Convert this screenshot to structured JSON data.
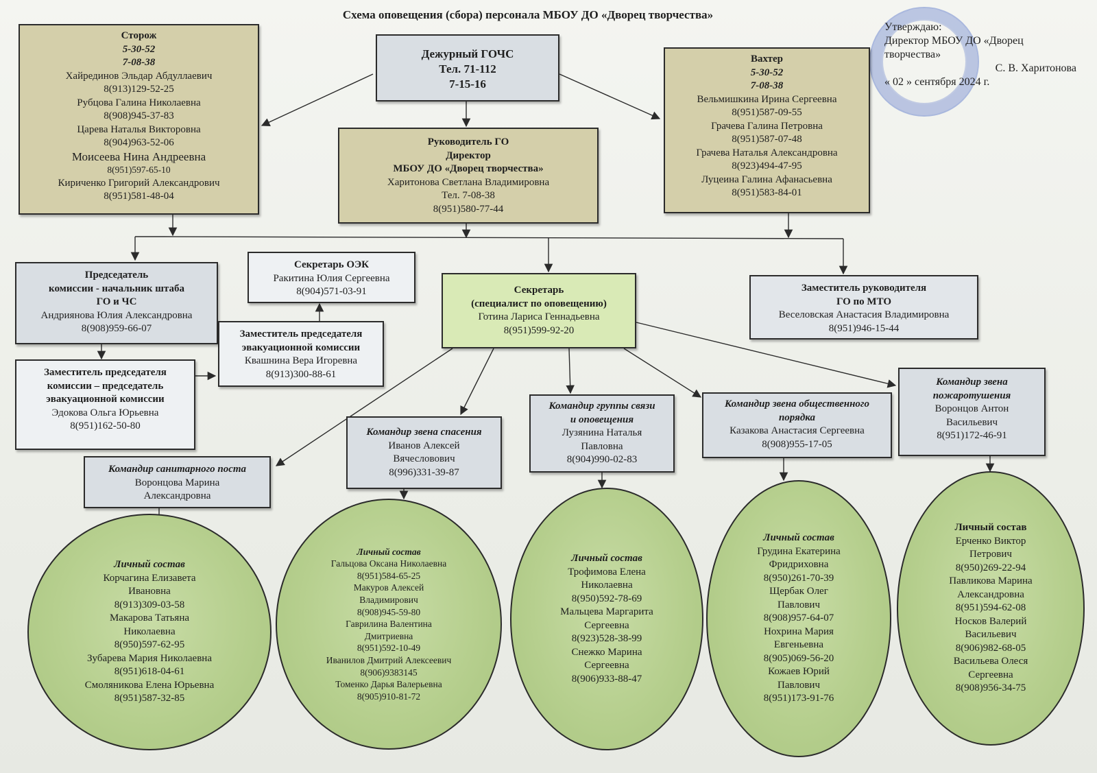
{
  "title": "Схема оповещения (сбора) персонала МБОУ ДО «Дворец творчества»",
  "approval": {
    "line1": "Утверждаю:",
    "line2": "Директор МБОУ ДО «Дворец творчества»",
    "signer": "С. В. Харитонова",
    "date": "« 02 » сентября 2024 г."
  },
  "duty": {
    "title": "Дежурный ГОЧС",
    "phone1": "Тел. 71-112",
    "phone2": "7-15-16"
  },
  "storozh": {
    "title": "Сторож",
    "phone1": "5-30-52",
    "phone2": "7-08-38",
    "people": [
      {
        "name": "Хайрединов Эльдар Абдуллаевич",
        "phone": "8(913)129-52-25"
      },
      {
        "name": "Рубцова Галина Николаевна",
        "phone": "8(908)945-37-83"
      },
      {
        "name": "Царева Наталья Викторовна",
        "phone": "8(904)963-52-06"
      },
      {
        "name": "Моисеева Нина Андреевна",
        "phone": "8(951)597-65-10"
      },
      {
        "name": "Кириченко Григорий Александрович",
        "phone": "8(951)581-48-04"
      }
    ]
  },
  "vakhter": {
    "title": "Вахтер",
    "phone1": "5-30-52",
    "phone2": "7-08-38",
    "people": [
      {
        "name": "Вельмишкина Ирина Сергеевна",
        "phone": "8(951)587-09-55"
      },
      {
        "name": "Грачева Галина Петровна",
        "phone": "8(951)587-07-48"
      },
      {
        "name": "Грачева Наталья Александровна",
        "phone": "8(923)494-47-95"
      },
      {
        "name": "Луцеина Галина Афанасьевна",
        "phone": "8(951)583-84-01"
      }
    ]
  },
  "director": {
    "line1": "Руководитель ГО",
    "line2": "Директор",
    "line3": "МБОУ ДО «Дворец творчества»",
    "name": "Харитонова Светлана Владимировна",
    "phone1": "Тел. 7-08-38",
    "phone2": "8(951)580-77-44"
  },
  "chairman": {
    "line1": "Председатель",
    "line2": "комиссии - начальник штаба",
    "line3": "ГО и ЧС",
    "name": "Андриянова Юлия Александровна",
    "phone": "8(908)959-66-07"
  },
  "secretary_oek": {
    "title": "Секретарь ОЭК",
    "name": "Ракитина Юлия Сергеевна",
    "phone": "8(904)571-03-91"
  },
  "deputy_evac": {
    "line1": "Заместитель председателя",
    "line2": "эвакуационной комиссии",
    "name": "Квашнина Вера Игоревна",
    "phone": "8(913)300-88-61"
  },
  "deputy_chair": {
    "line1": "Заместитель председателя",
    "line2": "комиссии – председатель",
    "line3": "эвакуационной комиссии",
    "name": "Эдокова Ольга Юрьевна",
    "phone": "8(951)162-50-80"
  },
  "secretary": {
    "line1": "Секретарь",
    "line2": "(специалист по оповещению)",
    "name": "Готина Лариса Геннадьевна",
    "phone": "8(951)599-92-20"
  },
  "deputy_mto": {
    "line1": "Заместитель руководителя",
    "line2": "ГО по МТО",
    "name": "Веселовская Анастасия Владимировна",
    "phone": "8(951)946-15-44"
  },
  "cmd_sanitary": {
    "title": "Командир санитарного поста",
    "name1": "Воронцова Марина",
    "name2": "Александровна"
  },
  "cmd_rescue": {
    "title": "Командир звена спасения",
    "name1": "Иванов Алексей",
    "name2": "Вячесловович",
    "phone": "8(996)331-39-87"
  },
  "cmd_comm": {
    "title1": "Командир группы связи",
    "title2": "и оповещения",
    "name1": "Лузянина Наталья",
    "name2": "Павловна",
    "phone": "8(904)990-02-83"
  },
  "cmd_order": {
    "title1": "Командир звена общественного",
    "title2": "порядка",
    "name": "Казакова Анастасия Сергеевна",
    "phone": "8(908)955-17-05"
  },
  "cmd_fire": {
    "title1": "Командир звена",
    "title2": "пожаротушения",
    "name1": "Воронцов Антон",
    "name2": "Васильевич",
    "phone": "8(951)172-46-91"
  },
  "staff_label": "Личный состав",
  "oval1": [
    "Корчагина Елизавета",
    "Ивановна",
    "8(913)309-03-58",
    "Макарова Татьяна",
    "Николаевна",
    "8(950)597-62-95",
    "Зубарева Мария Николаевна",
    "8(951)618-04-61",
    "Смоляникова Елена Юрьевна",
    "8(951)587-32-85"
  ],
  "oval2": [
    "Гальцова Оксана Николаевна",
    "8(951)584-65-25",
    "Макуров Алексей",
    "Владимирович",
    "8(908)945-59-80",
    "Гаврилина Валентина",
    "Дмитриевна",
    "8(951)592-10-49",
    "Иванилов Дмитрий Алексеевич",
    "8(906)9383145",
    "Томенко Дарья Валерьевна",
    "8(905)910-81-72"
  ],
  "oval3": [
    "Трофимова Елена",
    "Николаевна",
    "8(950)592-78-69",
    "Мальцева Маргарита",
    "Сергеевна",
    "8(923)528-38-99",
    "Снежко Марина",
    "Сергеевна",
    "8(906)933-88-47"
  ],
  "oval4": [
    "Грудина Екатерина",
    "Фридриховна",
    "8(950)261-70-39",
    "Щербак Олег",
    "Павлович",
    "8(908)957-64-07",
    "Нохрина Мария",
    "Евгеньевна",
    "8(905)069-56-20",
    "Кожаев Юрий",
    "Павлович",
    "8(951)173-91-76"
  ],
  "oval5": [
    "Ерченко Виктор",
    "Петрович",
    "8(950)269-22-94",
    "Павликова Марина",
    "Александровна",
    "8(951)594-62-08",
    "Носков Валерий",
    "Васильевич",
    "8(906)982-68-05",
    "Васильева Олеся",
    "Сергеевна",
    "8(908)956-34-75"
  ]
}
